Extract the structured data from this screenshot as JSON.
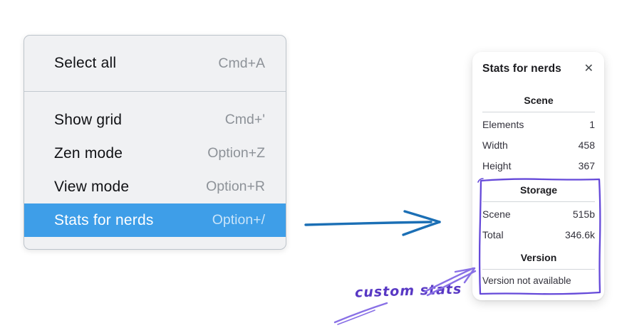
{
  "menu": {
    "items": [
      {
        "label": "Select all",
        "shortcut": "Cmd+A"
      },
      {
        "label": "Show grid",
        "shortcut": "Cmd+'"
      },
      {
        "label": "Zen mode",
        "shortcut": "Option+Z"
      },
      {
        "label": "View mode",
        "shortcut": "Option+R"
      },
      {
        "label": "Stats for nerds",
        "shortcut": "Option+/"
      }
    ],
    "selected_item": "Stats for nerds"
  },
  "stats_panel": {
    "title": "Stats for nerds",
    "close_icon": "✕",
    "scene_section": {
      "heading": "Scene",
      "rows": [
        {
          "label": "Elements",
          "value": "1"
        },
        {
          "label": "Width",
          "value": "458"
        },
        {
          "label": "Height",
          "value": "367"
        }
      ]
    },
    "storage_section": {
      "heading": "Storage",
      "rows": [
        {
          "label": "Scene",
          "value": "515b"
        },
        {
          "label": "Total",
          "value": "346.6k"
        }
      ]
    },
    "version_section": {
      "heading": "Version",
      "note": "Version not available"
    }
  },
  "annotation": {
    "text": "custom stats"
  },
  "colors": {
    "menu_highlight": "#3e9ee8",
    "menu_background": "#f0f1f3",
    "arrow_blue": "#1b6fb5",
    "annotation_box_purple": "#6549d9",
    "annotation_text_purple": "#5838c4",
    "annotation_arrow_purple": "#8970e6"
  }
}
